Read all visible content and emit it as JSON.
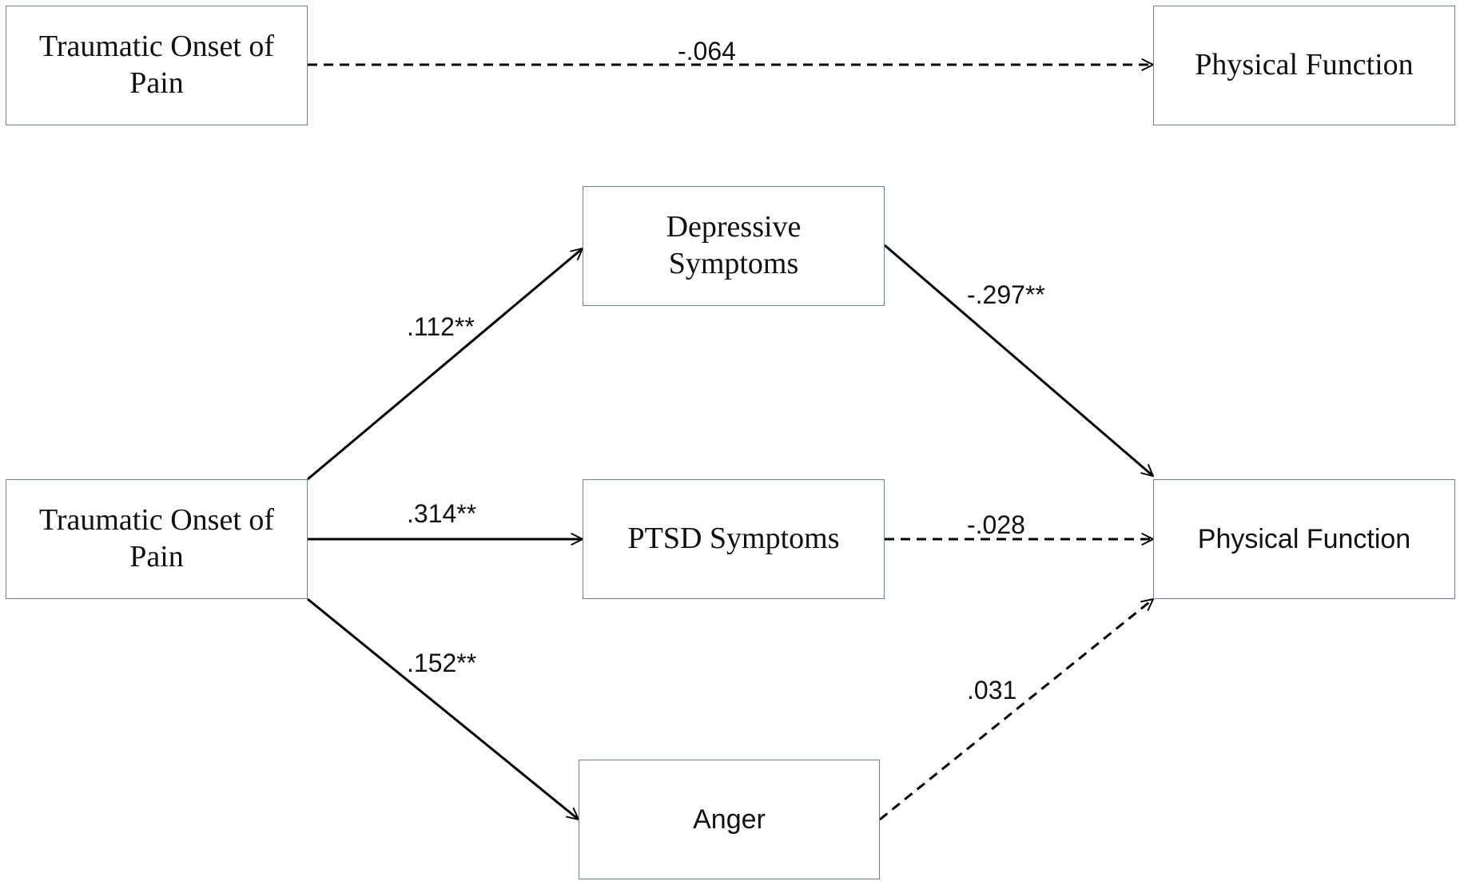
{
  "nodes": {
    "top_onset": {
      "line1": "Traumatic Onset of",
      "line2": "Pain"
    },
    "top_function": {
      "text": "Physical Function"
    },
    "onset": {
      "line1": "Traumatic Onset of",
      "line2": "Pain"
    },
    "depressive": {
      "line1": "Depressive",
      "line2": "Symptoms"
    },
    "ptsd": {
      "text": "PTSD Symptoms"
    },
    "anger": {
      "text": "Anger"
    },
    "function": {
      "text": "Physical Function"
    }
  },
  "paths": {
    "total_effect": {
      "coefficient": "-.064",
      "style": "dashed"
    },
    "onset_to_depressive": {
      "coefficient": ".112**",
      "style": "solid"
    },
    "onset_to_ptsd": {
      "coefficient": ".314**",
      "style": "solid"
    },
    "onset_to_anger": {
      "coefficient": ".152**",
      "style": "solid"
    },
    "depressive_to_function": {
      "coefficient": "-.297**",
      "style": "solid"
    },
    "ptsd_to_function": {
      "coefficient": "-.028",
      "style": "dashed"
    },
    "anger_to_function": {
      "coefficient": ".031",
      "style": "dashed"
    }
  },
  "colors": {
    "box_border": "#6f7f94",
    "line": "#000000",
    "text": "#111111"
  }
}
